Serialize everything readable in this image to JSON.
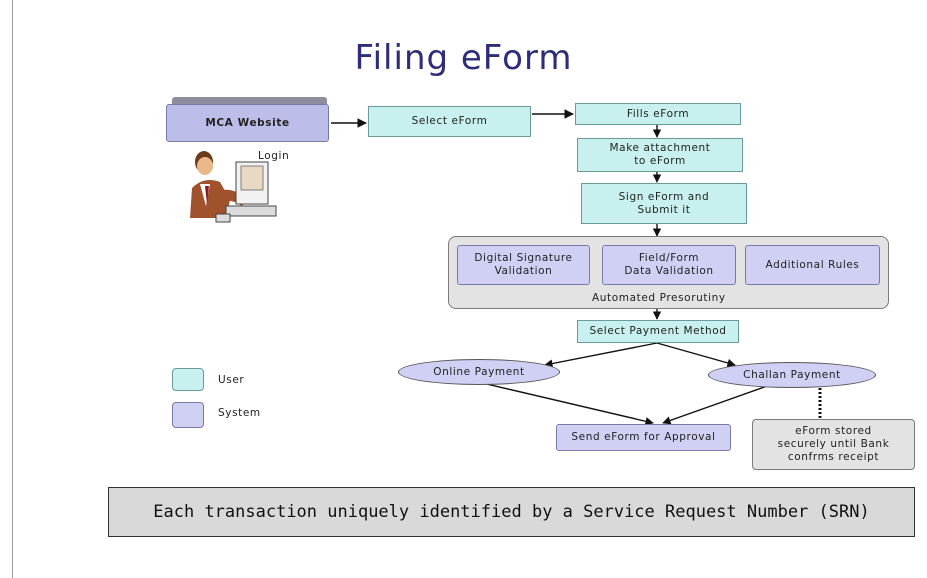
{
  "title": "Filing eForm",
  "nodes": {
    "mca_website": "MCA Website",
    "login": "Login",
    "select_eform": "Select eForm",
    "fills_eform": "Fills eForm",
    "make_attachment": "Make attachment\nto eForm",
    "sign_submit": "Sign eForm and\nSubmit it",
    "digital_signature": "Digital Signature\nValidation",
    "field_form": "Field/Form\nData Validation",
    "additional_rules": "Additional Rules",
    "automated_prescrutiny": "Automated Presorutiny",
    "select_payment": "Select Payment Method",
    "online_payment": "Online Payment",
    "challan_payment": "Challan Payment",
    "send_approval": "Send eForm for Approval",
    "eform_stored": "eForm stored\nsecurely until Bank\nconfrms receipt"
  },
  "legend": {
    "user": "User",
    "system": "System"
  },
  "colors": {
    "user": "#c8f0ee",
    "system": "#cfd0f3",
    "title": "#2d2d7a",
    "container": "#e3e3e3"
  },
  "banner": "Each transaction uniquely identified by a Service Request Number (SRN)"
}
